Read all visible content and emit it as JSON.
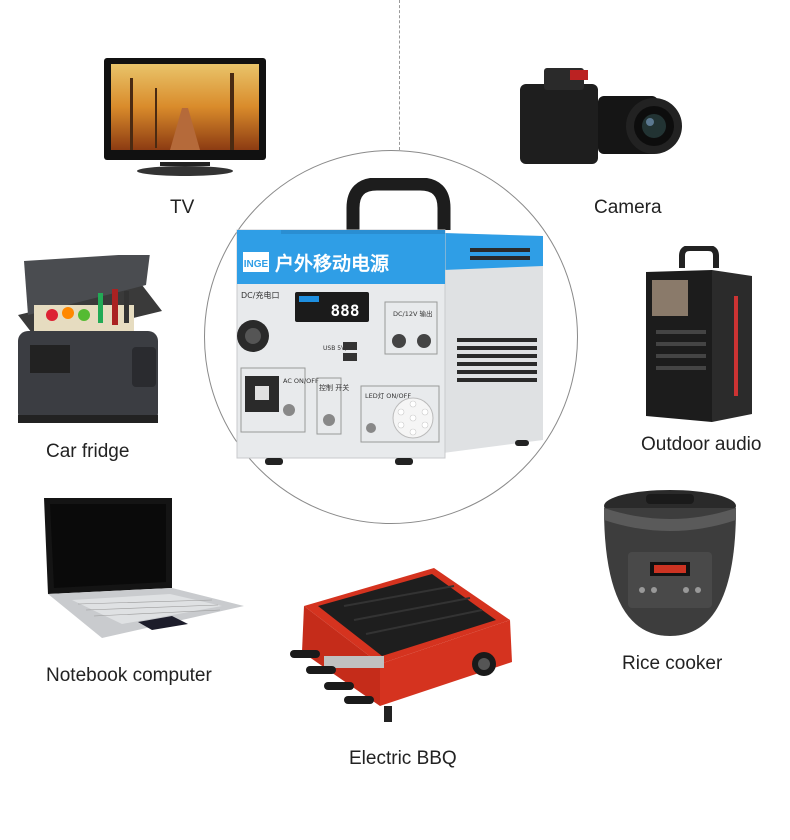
{
  "center_device": {
    "brand_logo": "INGE",
    "title_text": "户外移动电源",
    "display_digits": "888",
    "port_labels": {
      "dc_charge": "DC/充电口",
      "usb": "USB 5V/2A",
      "dc12": "DC/12V 输出",
      "ac": "AC ON/OFF",
      "control": "控制 开关",
      "led": "LED灯 ON/OFF"
    }
  },
  "appliances": [
    {
      "id": "tv",
      "label": "TV"
    },
    {
      "id": "camera",
      "label": "Camera"
    },
    {
      "id": "car-fridge",
      "label": "Car fridge"
    },
    {
      "id": "outdoor-audio",
      "label": "Outdoor audio"
    },
    {
      "id": "notebook",
      "label": "Notebook computer"
    },
    {
      "id": "rice-cooker",
      "label": "Rice cooker"
    },
    {
      "id": "bbq",
      "label": "Electric BBQ"
    }
  ],
  "colors": {
    "device_blue": "#2f9ee6",
    "device_body": "#e4e6e8",
    "bbq_red": "#d5331f",
    "line_gray": "#9a9a9a"
  }
}
